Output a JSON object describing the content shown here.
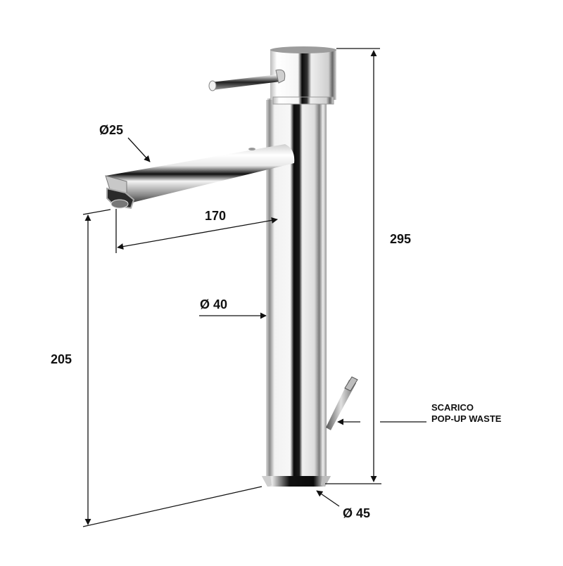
{
  "drawing": {
    "subject": "Tall single-lever basin mixer with pop-up waste",
    "colors": {
      "background": "#ffffff",
      "line": "#111111",
      "chrome_dark": "#0a0a0a",
      "chrome_mid": "#9a9a9a",
      "chrome_light": "#e6e6e6"
    }
  },
  "dimensions": {
    "spout_diameter": {
      "label": "Ø25",
      "value": 25,
      "unit": "mm"
    },
    "spout_reach": {
      "label": "170",
      "value": 170,
      "unit": "mm"
    },
    "body_diameter": {
      "label": "Ø 40",
      "value": 40,
      "unit": "mm"
    },
    "spout_height": {
      "label": "205",
      "value": 205,
      "unit": "mm"
    },
    "total_height": {
      "label": "295",
      "value": 295,
      "unit": "mm"
    },
    "base_diameter": {
      "label": "Ø 45",
      "value": 45,
      "unit": "mm"
    }
  },
  "callouts": {
    "waste": {
      "line1": "SCARICO",
      "line2": "POP-UP WASTE"
    }
  }
}
